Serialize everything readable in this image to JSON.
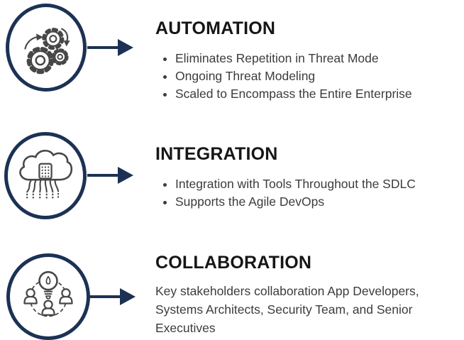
{
  "theme": {
    "background": "#ffffff",
    "accent": "#1c3254",
    "icon_stroke": "#474747",
    "heading_color": "#161616",
    "body_color": "#3c3c3c"
  },
  "sections": [
    {
      "title": "AUTOMATION",
      "icon": "gears-icon",
      "bullets": [
        "Eliminates Repetition in Threat Mode",
        "Ongoing Threat Modeling",
        "Scaled to Encompass the Entire Enterprise"
      ]
    },
    {
      "title": "INTEGRATION",
      "icon": "cloud-network-icon",
      "bullets": [
        "Integration with Tools Throughout the SDLC",
        "Supports the Agile DevOps"
      ]
    },
    {
      "title": "COLLABORATION",
      "icon": "people-lightbulb-icon",
      "paragraph": "Key stakeholders collaboration App Developers, Systems Architects, Security Team, and Senior Executives"
    }
  ]
}
